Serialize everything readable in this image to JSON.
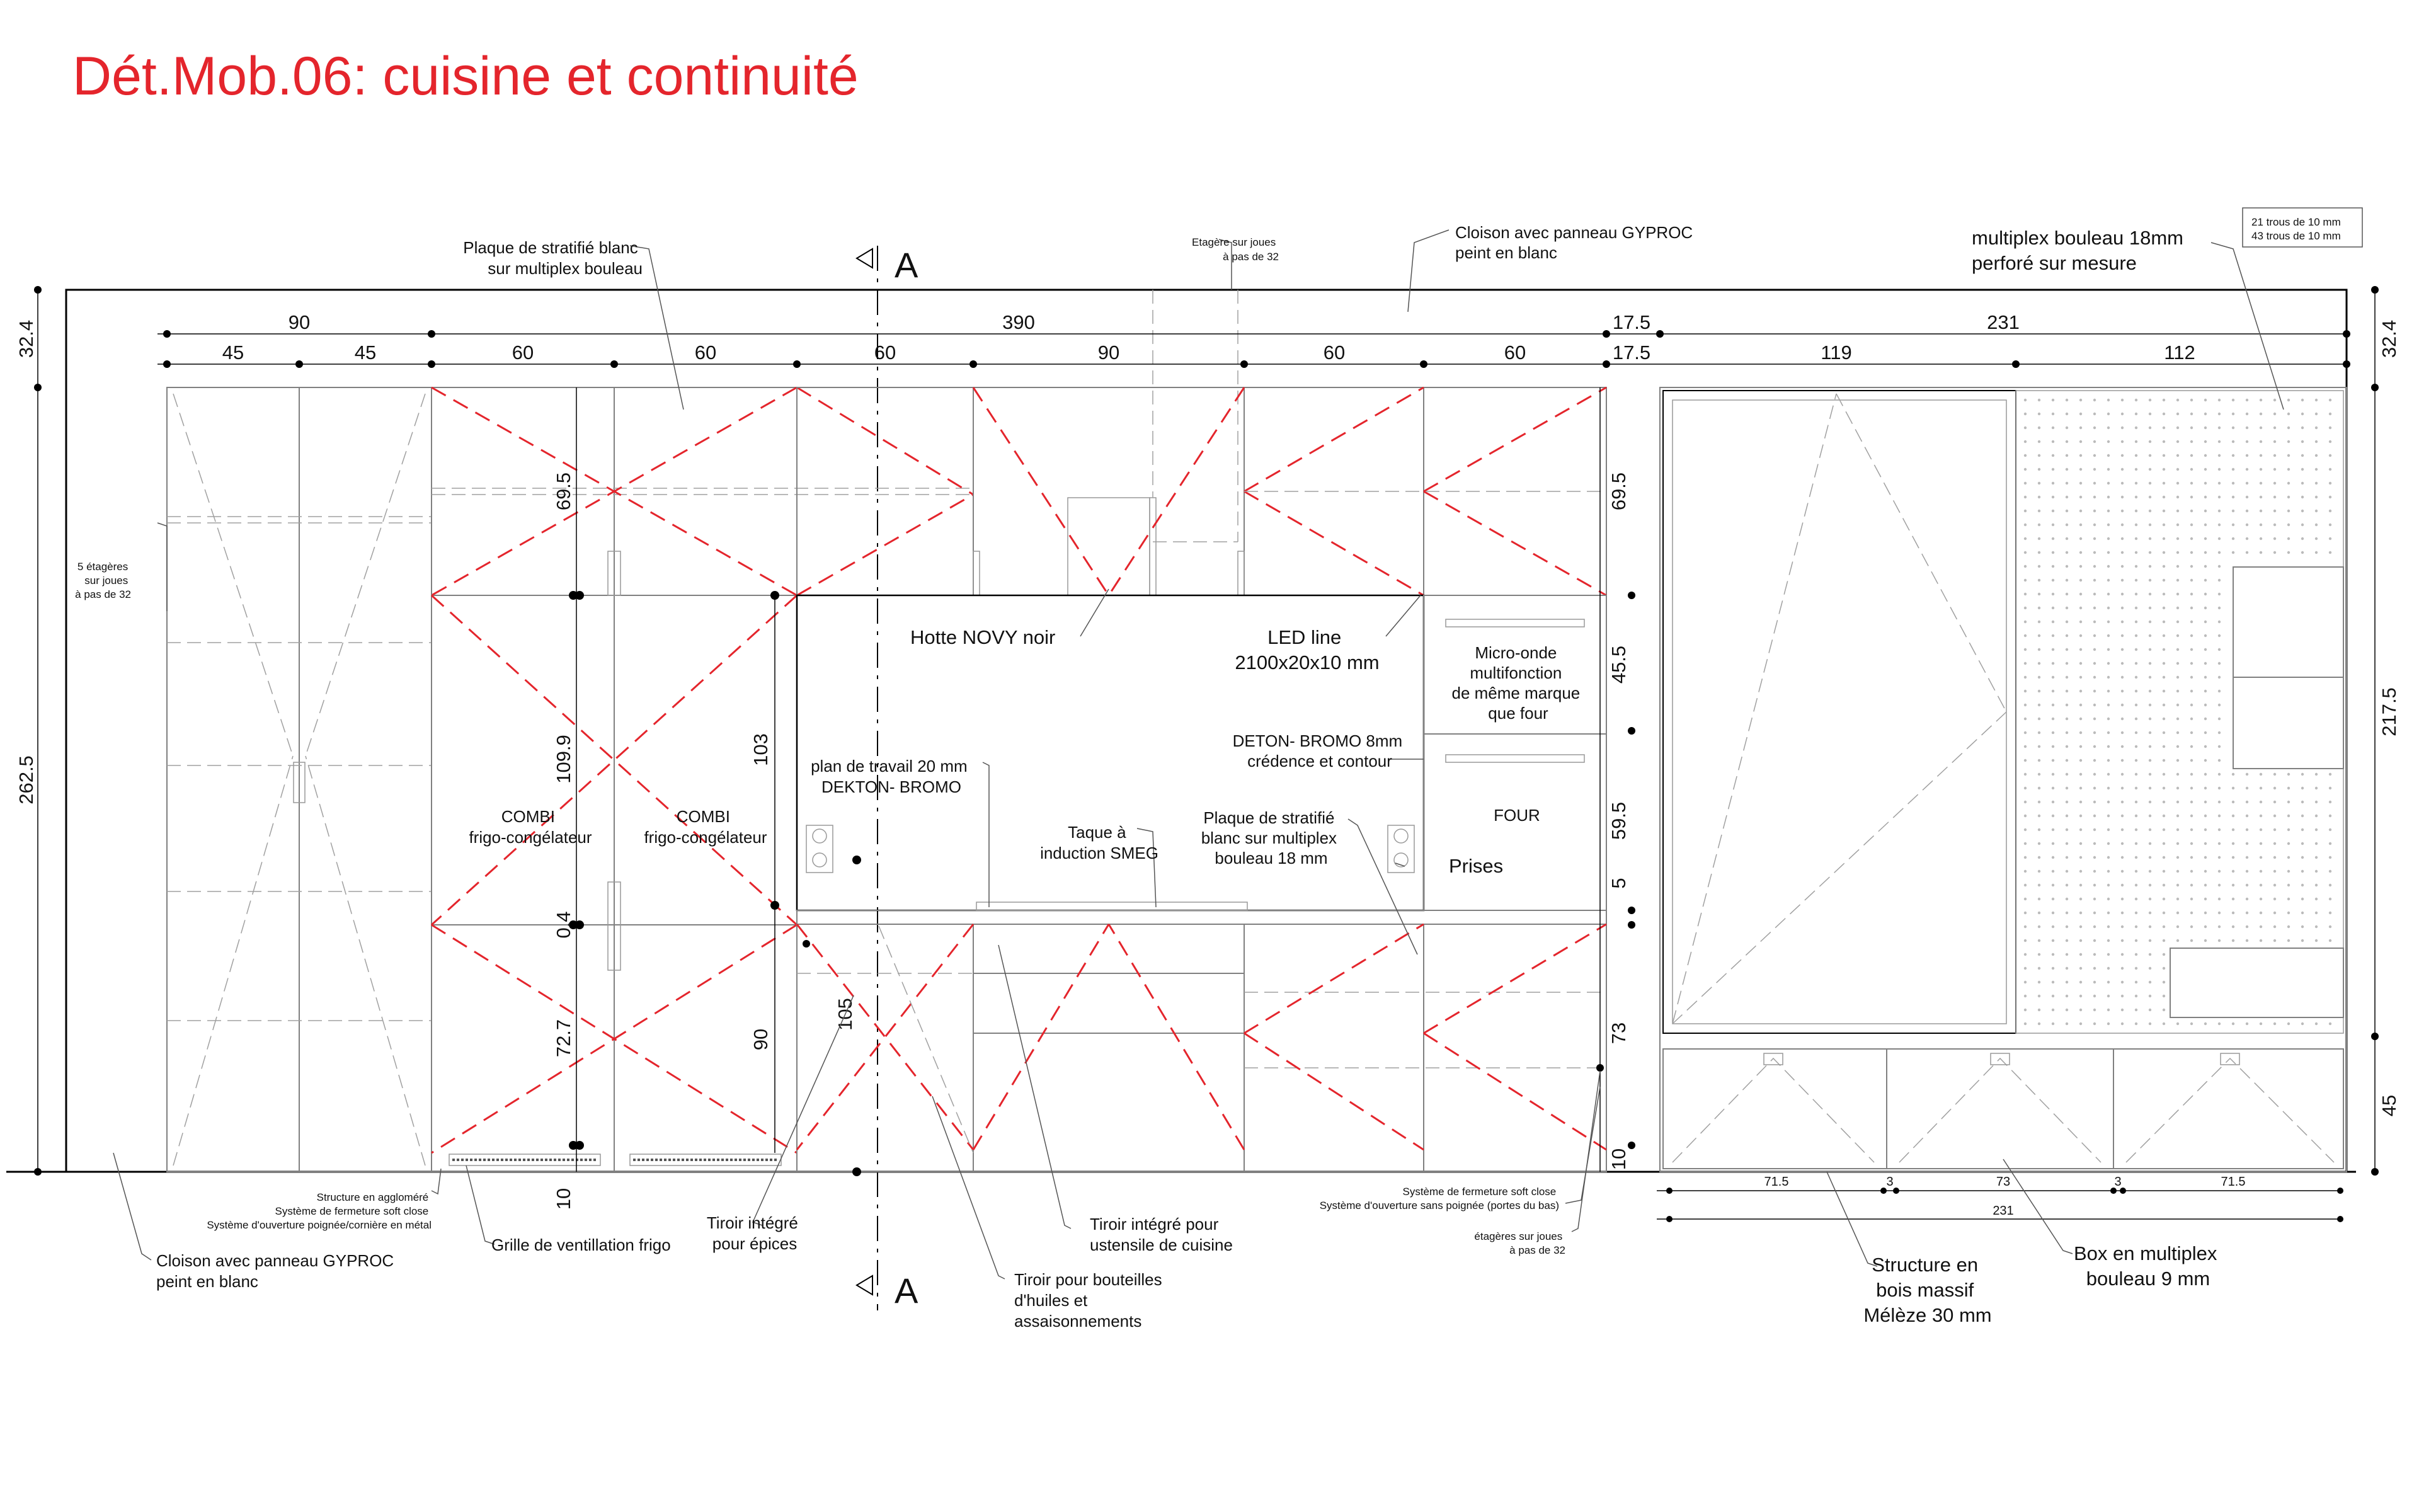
{
  "title": "Dét.Mob.06: cuisine et continuité",
  "section_marker": "A",
  "dimensions": {
    "top_total": [
      "90",
      "390",
      "17.5",
      "231"
    ],
    "top_sub": [
      "45",
      "45",
      "60",
      "60",
      "60",
      "90",
      "60",
      "60",
      "17.5",
      "119",
      "112"
    ],
    "left_side": [
      "32.4",
      "262.5"
    ],
    "right_side": [
      "32.4",
      "217.5",
      "45"
    ],
    "interior": [
      "69.5",
      "109.9",
      "0.4",
      "72.7",
      "103",
      "90",
      "105",
      "69.5",
      "45.5",
      "59.5",
      "5",
      "73",
      "10",
      "10"
    ],
    "bottom_right": [
      "71.5",
      "3",
      "73",
      "3",
      "71.5",
      "231"
    ]
  },
  "labels": {
    "plaque_top": [
      "Plaque de stratifié blanc",
      "sur multiplex bouleau"
    ],
    "etagere_top": [
      "Etagère sur joues",
      "à pas de 32"
    ],
    "cloison_top": [
      "Cloison avec panneau GYPROC",
      "peint en blanc"
    ],
    "multiplex": [
      "multiplex bouleau 18mm",
      "perforé sur mesure"
    ],
    "holes": [
      "21 trous de 10 mm",
      "43 trous de 10 mm"
    ],
    "cinq_etageres": [
      "5 étagères",
      "sur joues",
      "à pas de 32"
    ],
    "combi": [
      "COMBI",
      "frigo-congélateur"
    ],
    "hotte": "Hotte NOVY noir",
    "led": [
      "LED line",
      "2100x20x10 mm"
    ],
    "micro": [
      "Micro-onde",
      "multifonction",
      "de même marque",
      "que four"
    ],
    "deton": [
      "DETON- BROMO 8mm",
      "crédence et contour"
    ],
    "plan": [
      "plan de travail 20 mm",
      "DEKTON- BROMO"
    ],
    "taque": [
      "Taque à",
      "induction SMEG"
    ],
    "plaque_mid": [
      "Plaque de stratifié",
      "blanc sur multiplex",
      "bouleau 18 mm"
    ],
    "four": "FOUR",
    "prises": "Prises",
    "structure_agglo": [
      "Structure en aggloméré",
      "Système de fermeture soft close",
      "Système d'ouverture poignée/cornière en métal"
    ],
    "systeme_soft": [
      "Système de fermeture soft close",
      "Système d'ouverture sans poignée (portes du bas)"
    ],
    "etagere_bottom": [
      "étagères sur joues",
      "à pas de 32"
    ],
    "cloison_bottom": [
      "Cloison avec panneau GYPROC",
      "peint en blanc"
    ],
    "grille": "Grille de ventillation frigo",
    "tiroir_epices": [
      "Tiroir intégré",
      "pour épices"
    ],
    "tiroir_ustensile": [
      "Tiroir intégré pour",
      "ustensile de cuisine"
    ],
    "tiroir_bouteilles": [
      "Tiroir pour bouteilles",
      "d'huiles et",
      "assaisonnements"
    ],
    "structure_bois": [
      "Structure en",
      "bois massif",
      "Mélèze 30 mm"
    ],
    "box": [
      "Box en multiplex",
      "bouleau 9 mm"
    ]
  }
}
